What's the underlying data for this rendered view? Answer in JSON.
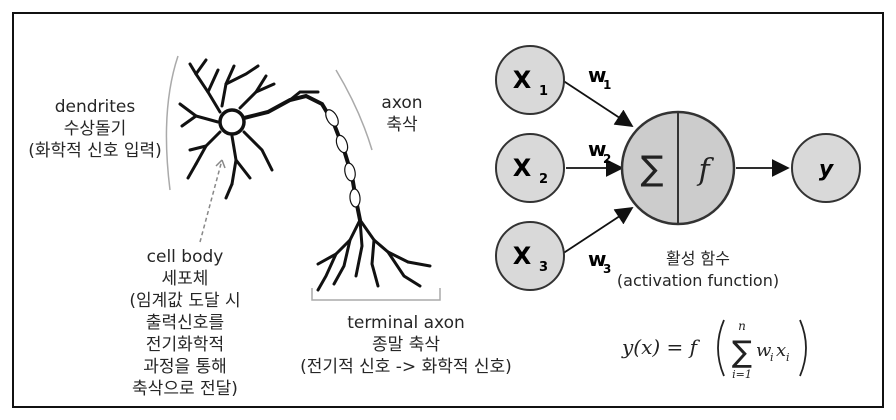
{
  "neuron": {
    "dendrites_en": "dendrites",
    "dendrites_ko": "수상돌기",
    "dendrites_desc": "(화학적 신호 입력)",
    "axon_en": "axon",
    "axon_ko": "축삭",
    "cellbody_en": "cell body",
    "cellbody_ko": "세포체",
    "cellbody_desc": [
      "(임계값 도달 시",
      "출력신호를",
      "전기화학적",
      "과정을 통해",
      "축삭으로 전달)"
    ],
    "terminal_en": "terminal axon",
    "terminal_ko": "종말 축삭",
    "terminal_desc": "(전기적 신호 -> 화학적 신호)"
  },
  "perceptron": {
    "inputs": [
      {
        "name": "X",
        "sub": "1"
      },
      {
        "name": "X",
        "sub": "2"
      },
      {
        "name": "X",
        "sub": "3"
      }
    ],
    "weights": [
      {
        "name": "w",
        "sub": "1"
      },
      {
        "name": "w",
        "sub": "2"
      },
      {
        "name": "w",
        "sub": "3"
      }
    ],
    "sum_symbol": "∑",
    "func_symbol": "f",
    "output": "y",
    "activation_ko": "활성 함수",
    "activation_en": "(activation function)",
    "formula": {
      "lhs": "y(x) = f",
      "sum_upper": "n",
      "sum_lower": "i=1",
      "sum": "∑",
      "term_w": "w",
      "term_w_sub": "i",
      "term_x": "x",
      "term_x_sub": "i"
    }
  },
  "colors": {
    "node_fill": "#d9d9d9",
    "node_stroke": "#333333",
    "sum_fill": "#cccccc"
  }
}
